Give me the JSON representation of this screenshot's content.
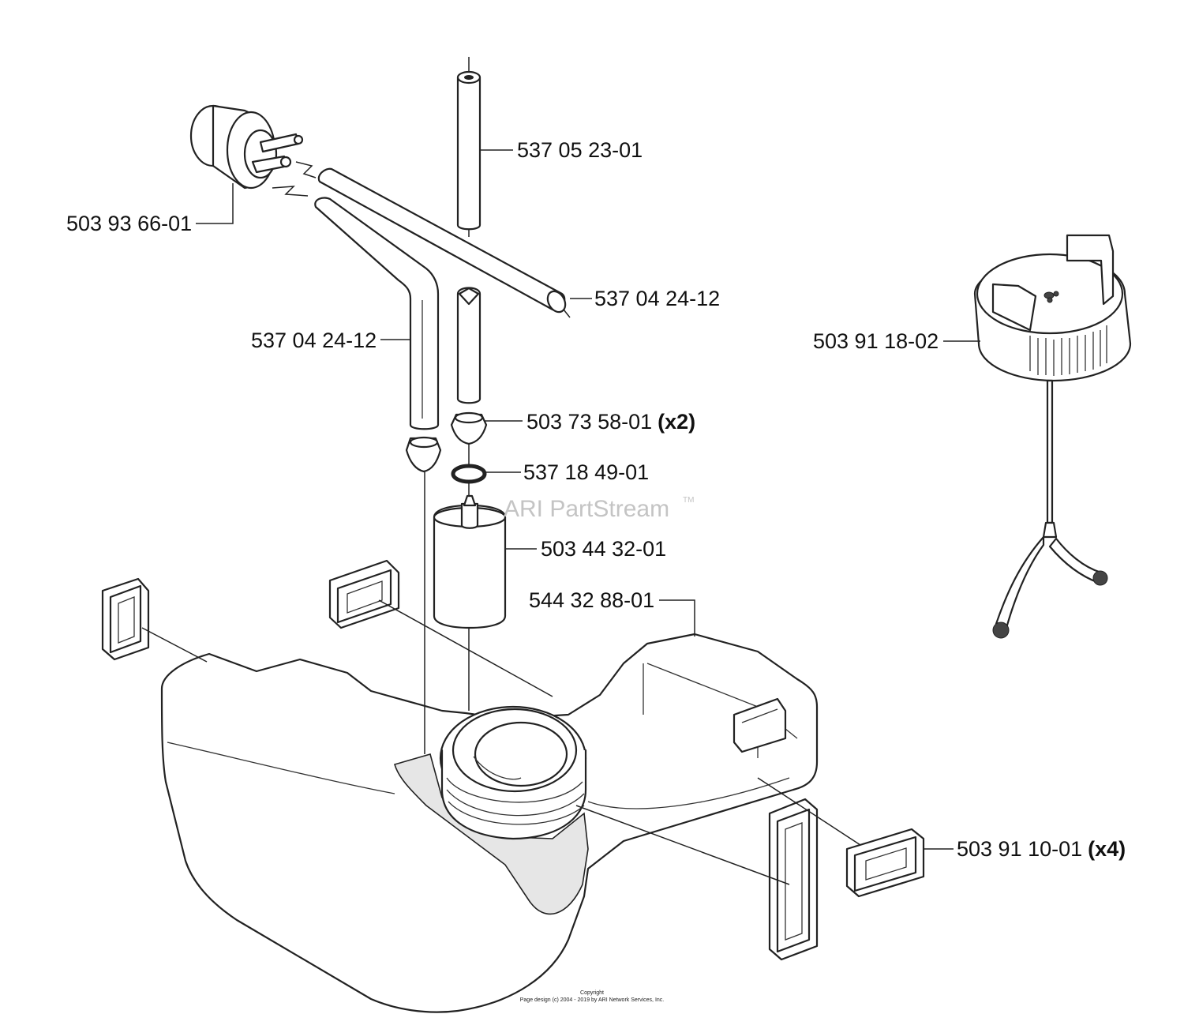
{
  "labels": {
    "fuel_hose_vertical": "537 05 23-01",
    "primer_bulb": "503 93 66-01",
    "fuel_hose_right": "537 04 24-12",
    "fuel_hose_left": "537 04 24-12",
    "fuel_cap": "503 91 18-02",
    "grommet": "503 73 58-01",
    "grommet_qty": "(x2)",
    "o_ring": "537 18 49-01",
    "fuel_filter": "503 44 32-01",
    "fuel_tank": "544 32 88-01",
    "rubber_mount": "503 91 10-01",
    "rubber_mount_qty": "(x4)"
  },
  "watermark": {
    "text": "ARI PartStream",
    "tm": "TM"
  },
  "copyright": {
    "line1": "Copyright",
    "line2": "Page design (c) 2004 - 2019 by ARI Network Services, Inc."
  }
}
